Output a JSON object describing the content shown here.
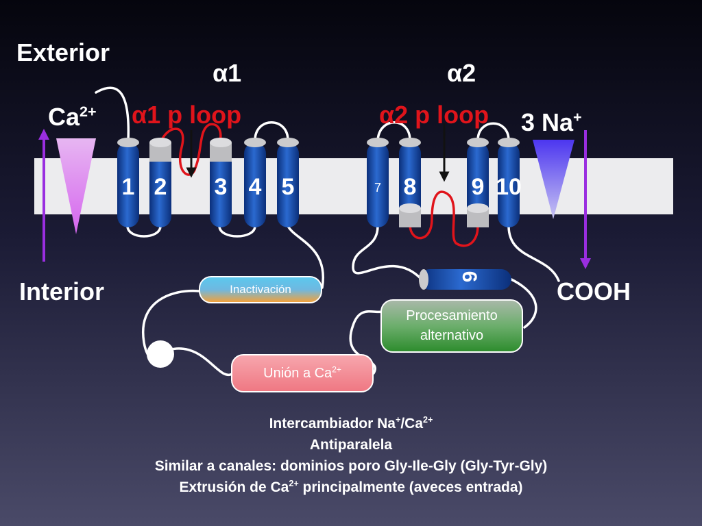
{
  "labels": {
    "exterior": "Exterior",
    "interior": "Interior",
    "alpha1": "α1",
    "alpha2": "α2",
    "alpha1_loop": "α1 p loop",
    "alpha2_loop": "α2 p loop",
    "ca_ion": "Ca",
    "ca_charge": "2+",
    "na_ion": "3 Na",
    "na_charge": "+",
    "cooh": "COOH"
  },
  "helices": [
    "1",
    "2",
    "3",
    "4",
    "5",
    "7",
    "8",
    "9",
    "10",
    "6"
  ],
  "domains": {
    "inactivation": "Inactivación",
    "processing_line1": "Procesamiento",
    "processing_line2": "alternativo",
    "ca_binding": "Unión a Ca",
    "ca_binding_charge": "2+"
  },
  "footer": {
    "line1_a": "Intercambiador Na",
    "line1_sup1": "+",
    "line1_b": "/Ca",
    "line1_sup2": "2+",
    "line2": "Antiparalela",
    "line3": "Similar a canales: dominios poro Gly-Ile-Gly (Gly-Tyr-Gly)",
    "line4_a": "Extrusión de Ca",
    "line4_sup": "2+",
    "line4_b": " principalmente (aveces entrada)"
  },
  "colors": {
    "helix": "#1446a8",
    "loop_red": "#e0141b",
    "ca_gradient": "#e07af0",
    "na_gradient": "#5a3cf0",
    "arrow": "#9a2ee0"
  }
}
